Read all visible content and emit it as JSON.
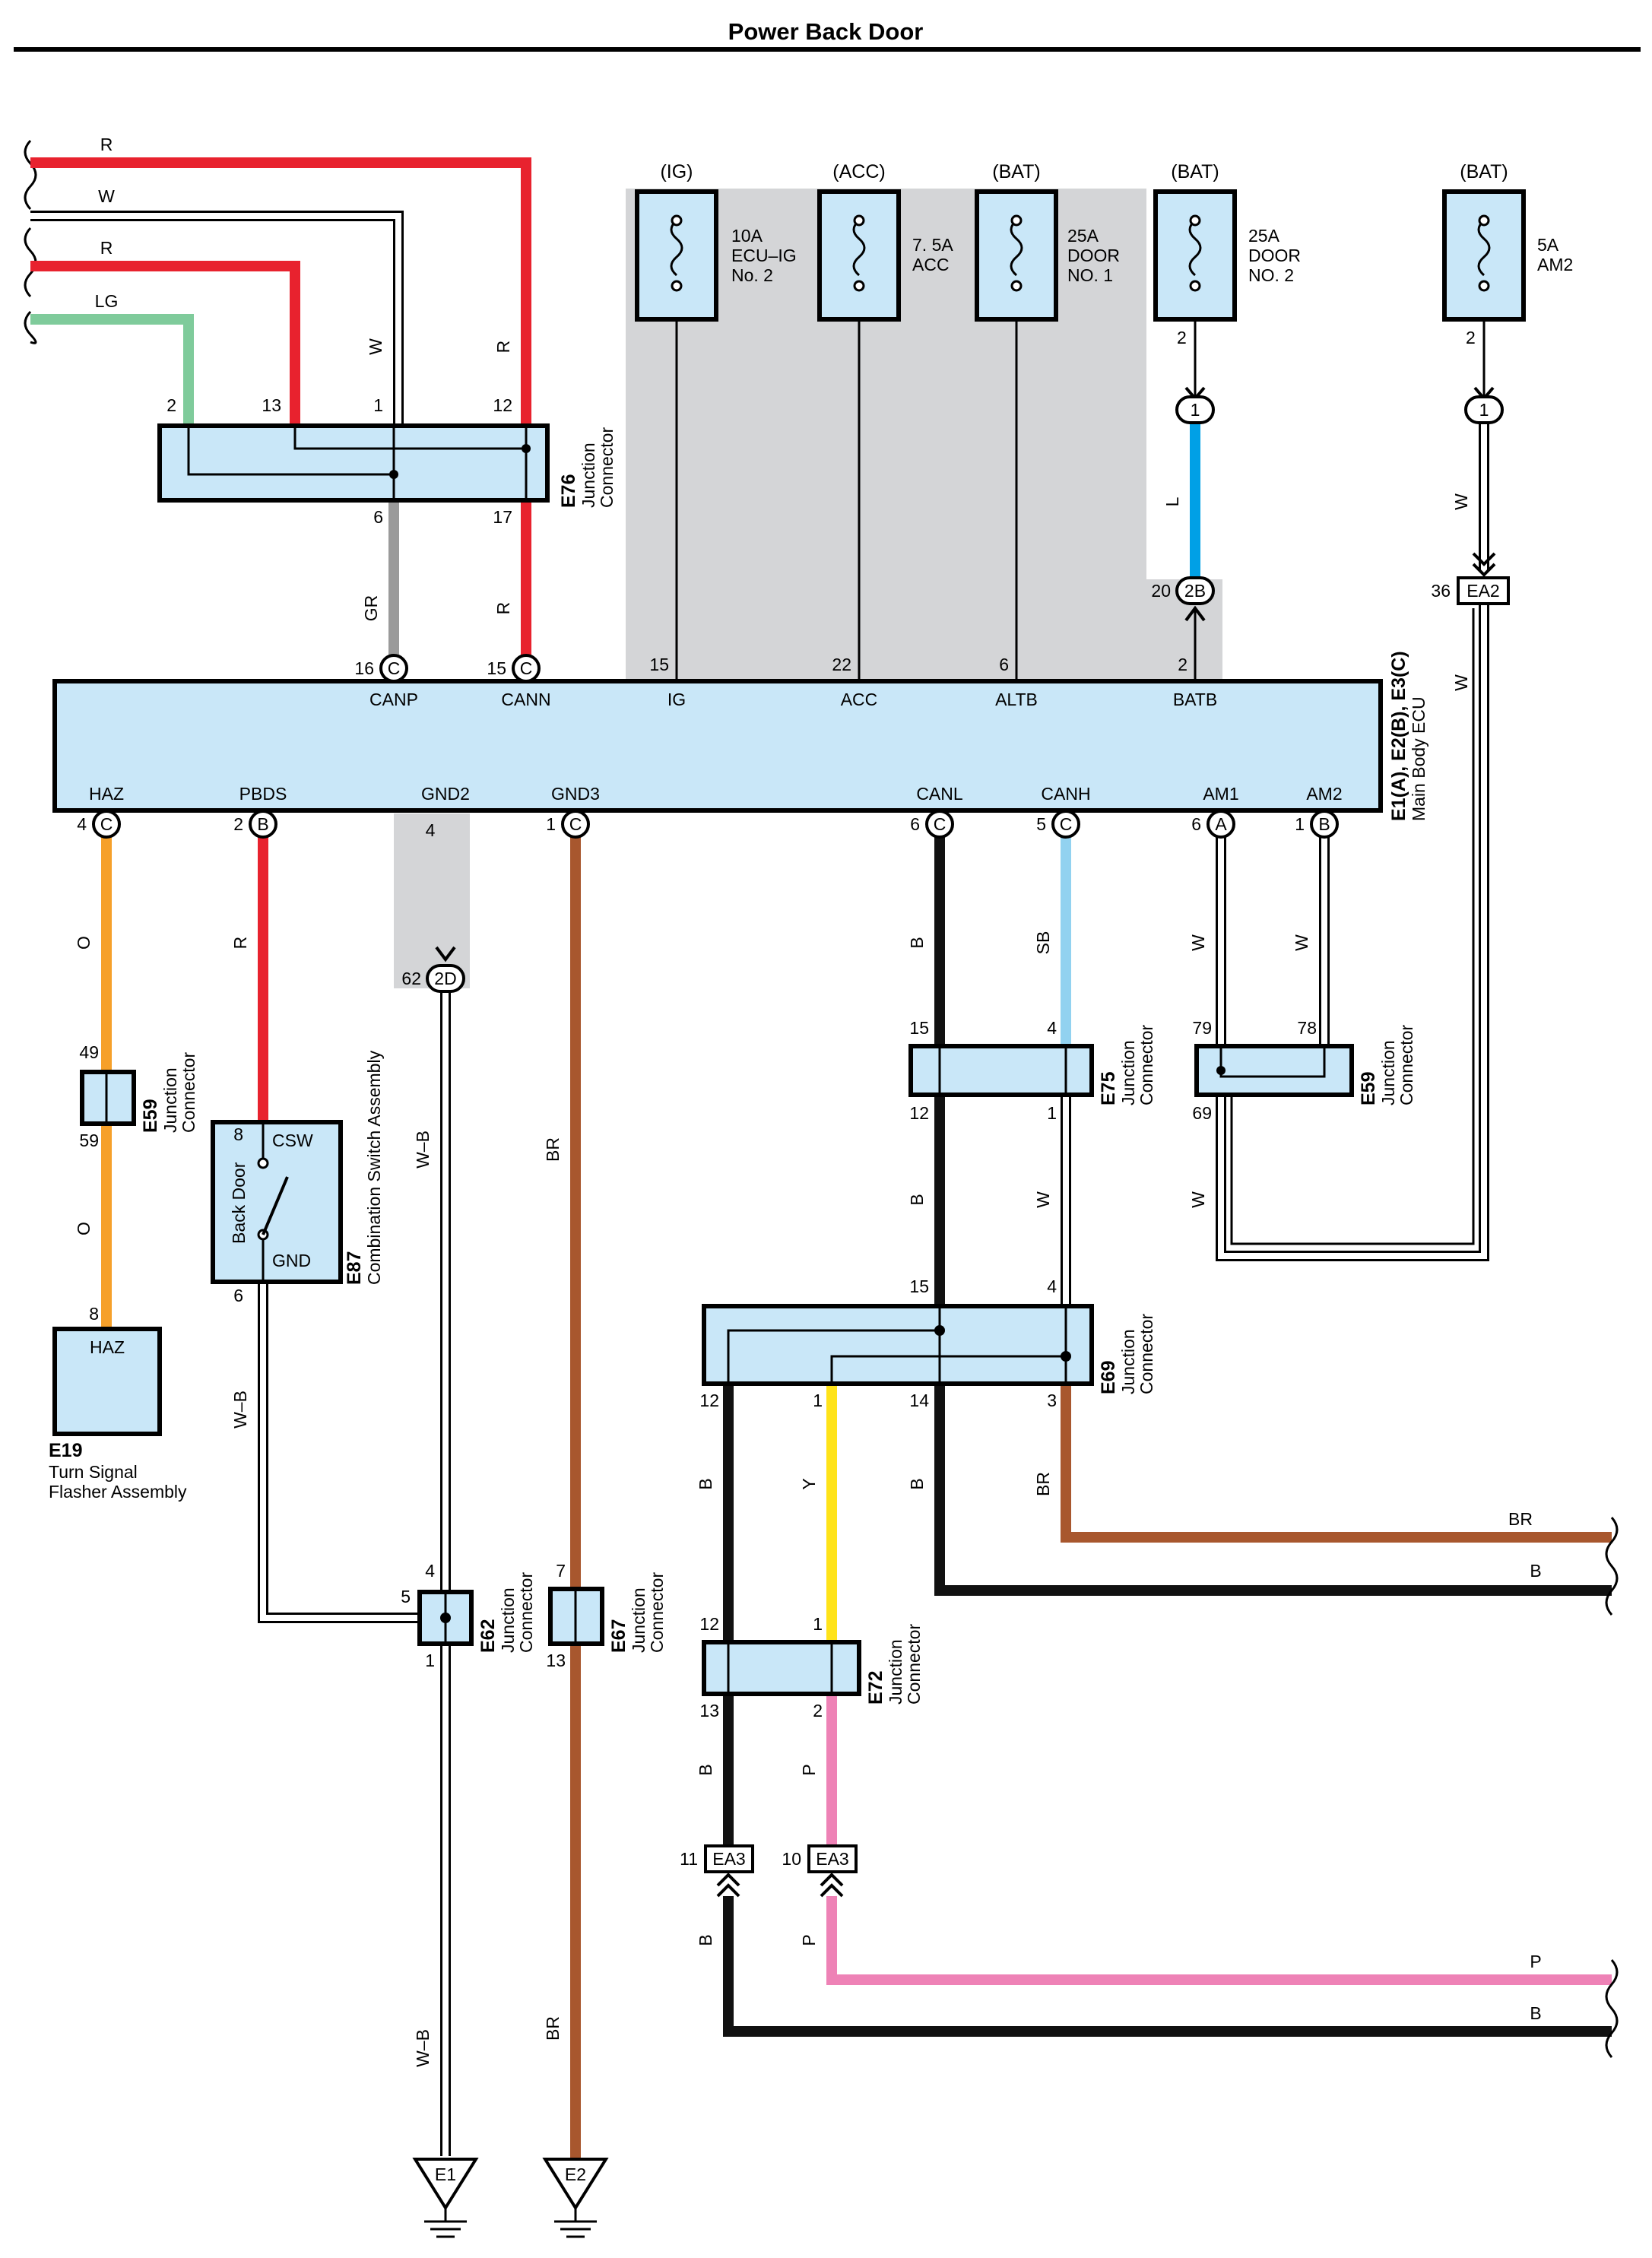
{
  "title": "Power Back Door",
  "colors": {
    "R": "#e8222e",
    "W": "#ffffff",
    "LG": "#7fcb9b",
    "GR": "#9a9a9a",
    "L": "#00a0e6",
    "SB": "#92d2f0",
    "O": "#f6a02a",
    "BR": "#a8572e",
    "B": "#111111",
    "Y": "#ffe31a",
    "P": "#ee82b6",
    "component": "#c9e7f8",
    "shade": "#d4d5d7"
  },
  "fuses": [
    {
      "source": "(IG)",
      "lines": [
        "10A",
        "ECU–IG",
        "No. 2"
      ]
    },
    {
      "source": "(ACC)",
      "lines": [
        "7. 5A",
        "ACC"
      ]
    },
    {
      "source": "(BAT)",
      "lines": [
        "25A",
        "DOOR",
        "NO. 1"
      ]
    },
    {
      "source": "(BAT)",
      "lines": [
        "25A",
        "DOOR",
        "NO. 2"
      ],
      "pin": "2"
    },
    {
      "source": "(BAT)",
      "lines": [
        "5A",
        "AM2"
      ],
      "pin": "2"
    }
  ],
  "ecu": {
    "code": "E1(A), E2(B), E3(C)",
    "name": "Main Body ECU",
    "top_pins": [
      {
        "label": "CANP",
        "num": "16",
        "conn": "C"
      },
      {
        "label": "CANN",
        "num": "15",
        "conn": "C"
      },
      {
        "label": "IG",
        "num": "15"
      },
      {
        "label": "ACC",
        "num": "22"
      },
      {
        "label": "ALTB",
        "num": "6"
      },
      {
        "label": "BATB",
        "num": "2"
      }
    ],
    "bottom_pins": [
      {
        "label": "HAZ",
        "num": "4",
        "conn": "C"
      },
      {
        "label": "PBDS",
        "num": "2",
        "conn": "B"
      },
      {
        "label": "GND2",
        "num": "4"
      },
      {
        "label": "GND3",
        "num": "1",
        "conn": "C"
      },
      {
        "label": "CANL",
        "num": "6",
        "conn": "C"
      },
      {
        "label": "CANH",
        "num": "5",
        "conn": "C"
      },
      {
        "label": "AM1",
        "num": "6",
        "conn": "A"
      },
      {
        "label": "AM2",
        "num": "1",
        "conn": "B"
      }
    ]
  },
  "connectors": {
    "E76": {
      "code": "E76",
      "name": [
        "Junction",
        "Connector"
      ],
      "pins": [
        "2",
        "13",
        "1",
        "12",
        "6",
        "17"
      ]
    },
    "E59a": {
      "code": "E59",
      "name": [
        "Junction",
        "Connector"
      ],
      "pins": [
        "49",
        "59"
      ]
    },
    "E59b": {
      "code": "E59",
      "name": [
        "Junction",
        "Connector"
      ],
      "pins": [
        "79",
        "78",
        "69"
      ]
    },
    "E75": {
      "code": "E75",
      "name": [
        "Junction",
        "Connector"
      ],
      "pins": [
        "15",
        "4",
        "12",
        "1"
      ]
    },
    "E69": {
      "code": "E69",
      "name": [
        "Junction",
        "Connector"
      ],
      "pins": [
        "15",
        "4",
        "12",
        "1",
        "14",
        "3"
      ]
    },
    "E62": {
      "code": "E62",
      "name": [
        "Junction",
        "Connector"
      ],
      "pins": [
        "4",
        "5",
        "1"
      ]
    },
    "E67": {
      "code": "E67",
      "name": [
        "Junction",
        "Connector"
      ],
      "pins": [
        "7",
        "13"
      ]
    },
    "E72": {
      "code": "E72",
      "name": [
        "Junction",
        "Connector"
      ],
      "pins": [
        "12",
        "1",
        "13",
        "2"
      ]
    }
  },
  "inline": {
    "c1a": "1",
    "c1b": "1",
    "c2B": {
      "label": "2B",
      "pin": "20"
    },
    "cEA2": {
      "label": "EA2",
      "pin": "36"
    },
    "c2D": {
      "label": "2D",
      "pin": "62"
    },
    "cEA3a": {
      "label": "EA3",
      "pin": "11"
    },
    "cEA3b": {
      "label": "EA3",
      "pin": "10"
    }
  },
  "e87": {
    "code": "E87",
    "name": "Combination Switch Assembly",
    "inner": "Back Door",
    "csw": "CSW",
    "gnd": "GND",
    "pin_top": "8",
    "pin_bottom": "6"
  },
  "e19": {
    "code": "E19",
    "name": [
      "Turn Signal",
      "Flasher Assembly"
    ],
    "inner": "HAZ",
    "pin": "8"
  },
  "grounds": [
    "E1",
    "E2"
  ],
  "wires": {
    "R": "R",
    "W": "W",
    "LG": "LG",
    "GR": "GR",
    "L": "L",
    "SB": "SB",
    "O": "O",
    "BR": "BR",
    "B": "B",
    "Y": "Y",
    "P": "P",
    "WB": "W–B"
  }
}
